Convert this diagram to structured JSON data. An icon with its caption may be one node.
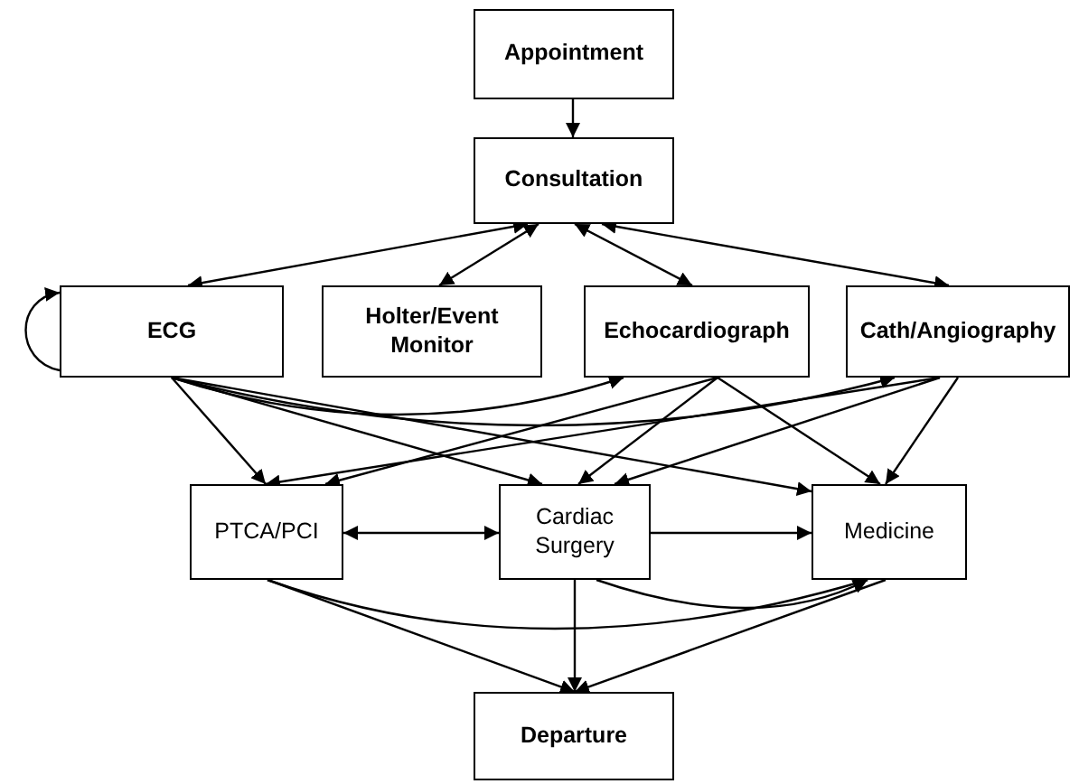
{
  "diagram": {
    "nodes": [
      {
        "text": [
          "Appointment"
        ]
      },
      {
        "text": [
          "Consultation"
        ]
      },
      {
        "text": [
          "ECG"
        ]
      },
      {
        "text": [
          "Holter/Event Monitor"
        ]
      },
      {
        "text": [
          "Echocardiograph"
        ]
      },
      {
        "text": [
          "Cath/Angiography"
        ]
      },
      {
        "text": [
          "PTCA/PCI"
        ]
      },
      {
        "text": [
          "Cardiac Surgery"
        ]
      },
      {
        "text": [
          "Medicine"
        ]
      },
      {
        "text": [
          "Departure"
        ]
      }
    ],
    "edges": [
      {
        "from": 0,
        "to": 1,
        "arrow": "to"
      },
      {
        "from": 1,
        "to": 2,
        "arrow": "both"
      },
      {
        "from": 1,
        "to": 3,
        "arrow": "both"
      },
      {
        "from": 1,
        "to": 4,
        "arrow": "both"
      },
      {
        "from": 1,
        "to": 5,
        "arrow": "both"
      },
      {
        "from": 2,
        "to": 2,
        "arrow": "to"
      },
      {
        "from": 2,
        "to": 4,
        "arrow": "to"
      },
      {
        "from": 2,
        "to": 5,
        "arrow": "to"
      },
      {
        "from": 2,
        "to": 6,
        "arrow": "to"
      },
      {
        "from": 2,
        "to": 7,
        "arrow": "to"
      },
      {
        "from": 2,
        "to": 8,
        "arrow": "to"
      },
      {
        "from": 4,
        "to": 6,
        "arrow": "to"
      },
      {
        "from": 4,
        "to": 7,
        "arrow": "to"
      },
      {
        "from": 4,
        "to": 8,
        "arrow": "to"
      },
      {
        "from": 5,
        "to": 6,
        "arrow": "to"
      },
      {
        "from": 5,
        "to": 7,
        "arrow": "to"
      },
      {
        "from": 5,
        "to": 8,
        "arrow": "to"
      },
      {
        "from": 6,
        "to": 7,
        "arrow": "both"
      },
      {
        "from": 7,
        "to": 8,
        "arrow": "to"
      },
      {
        "from": 6,
        "to": 8,
        "arrow": "to"
      },
      {
        "from": 7,
        "to": 8,
        "arrow": "to"
      },
      {
        "from": 6,
        "to": 9,
        "arrow": "to"
      },
      {
        "from": 7,
        "to": 9,
        "arrow": "to"
      },
      {
        "from": 8,
        "to": 9,
        "arrow": "to"
      }
    ]
  }
}
